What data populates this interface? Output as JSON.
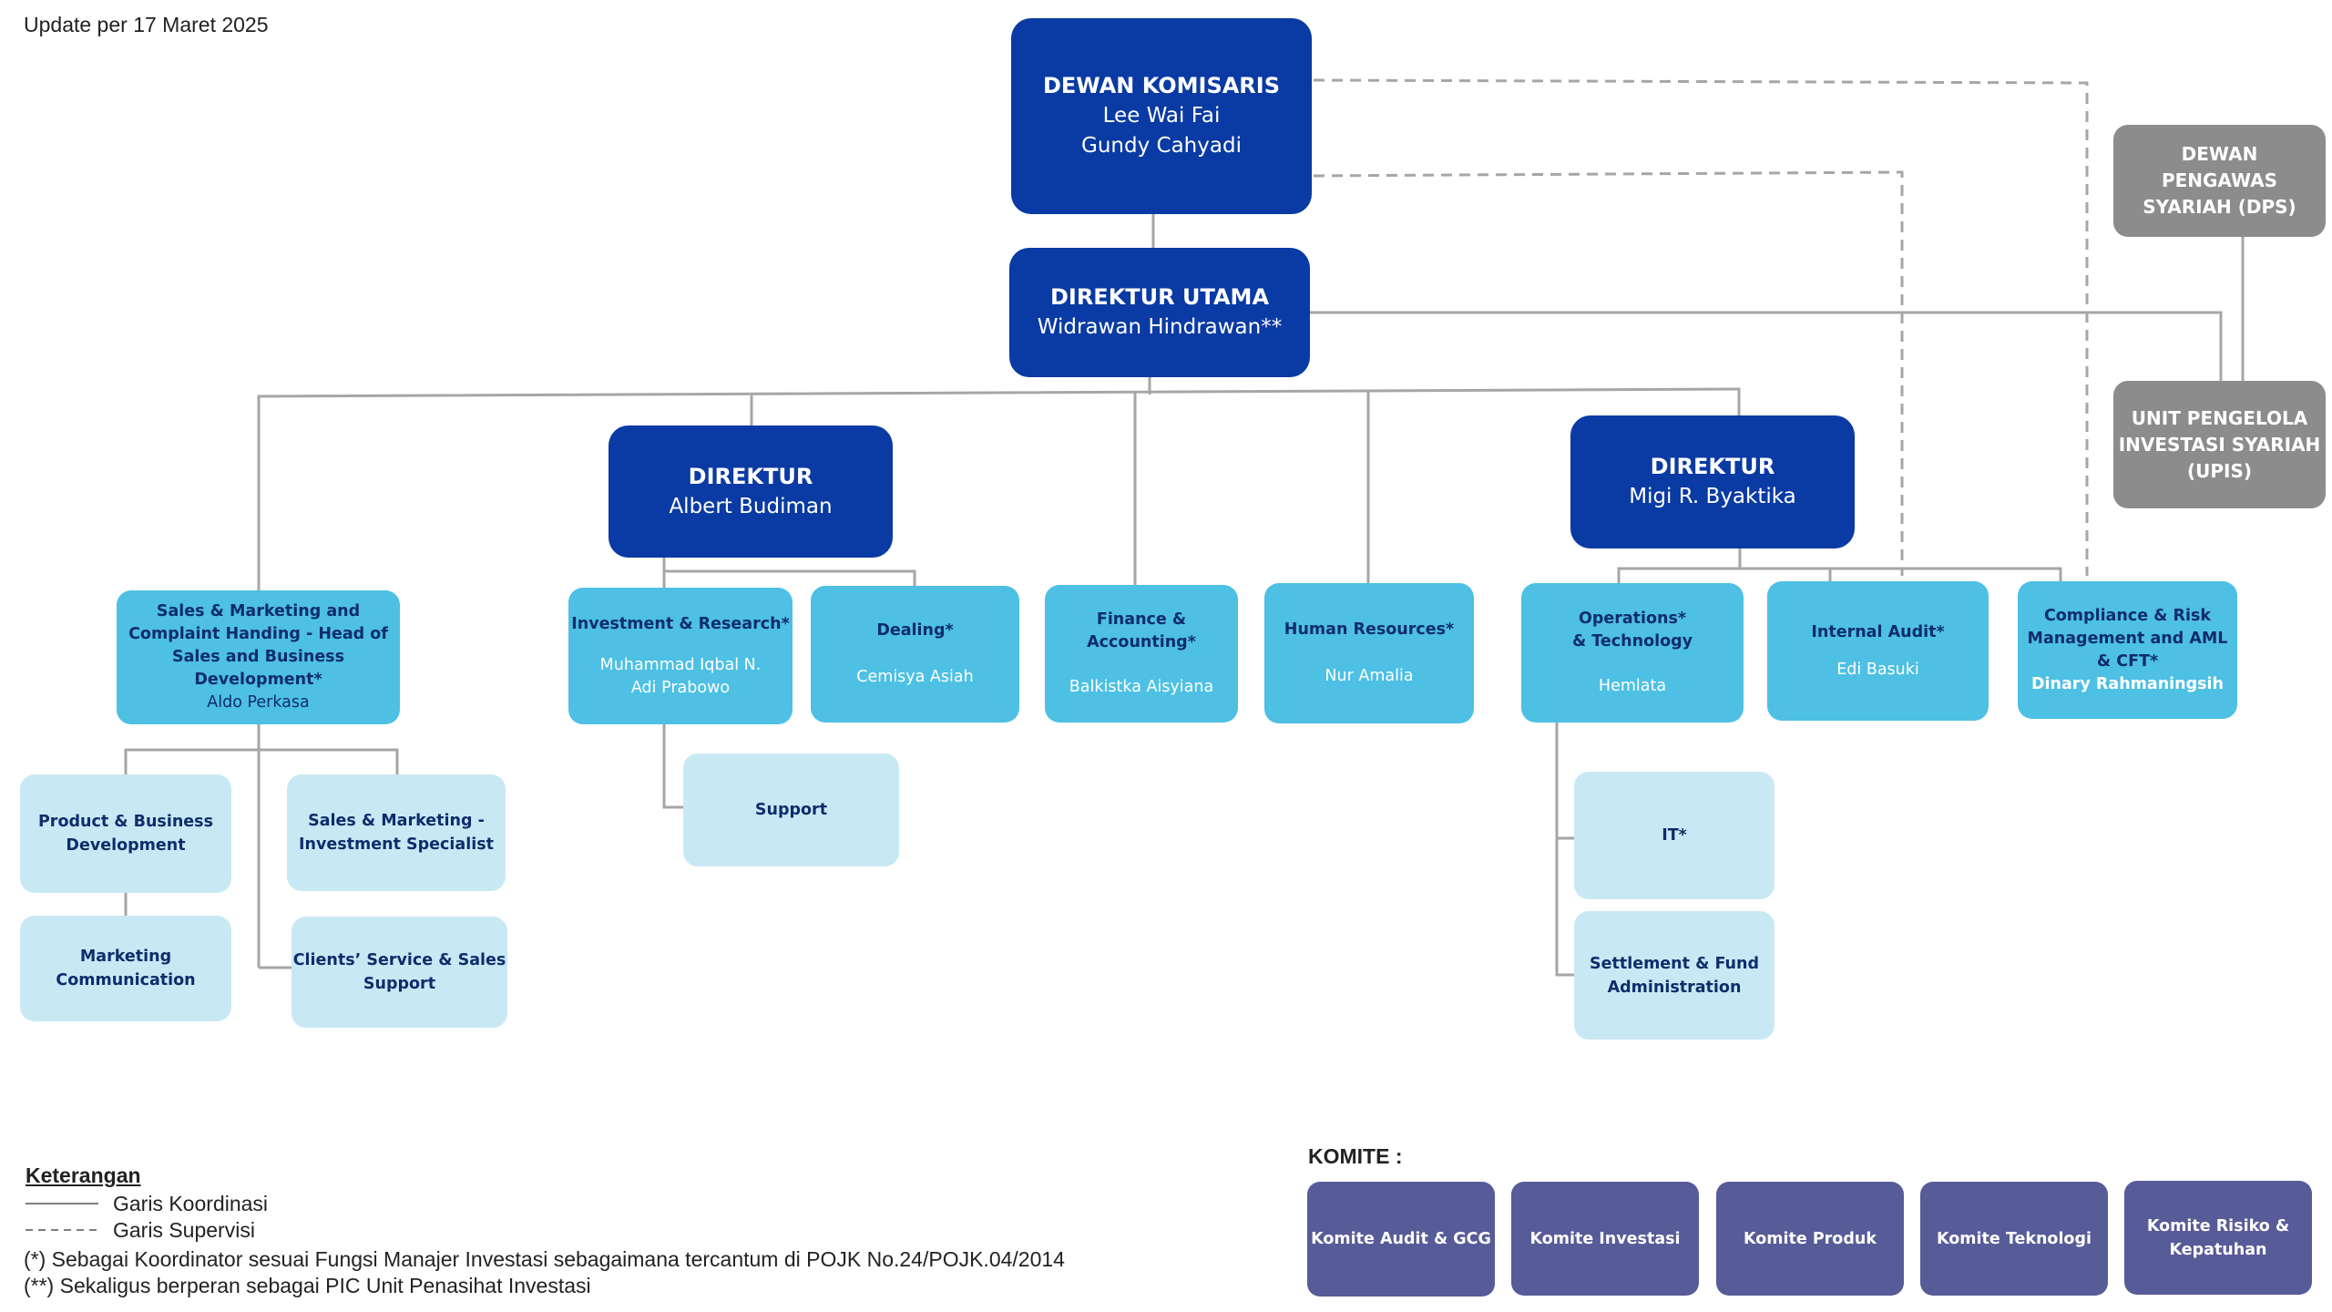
{
  "update_note": "Update per 17 Maret 2025",
  "dewan_komisaris": {
    "title": "DEWAN KOMISARIS",
    "members": [
      "Lee Wai Fai",
      "Gundy Cahyadi"
    ]
  },
  "direktur_utama": {
    "title": "DIREKTUR UTAMA",
    "name": "Widrawan Hindrawan**"
  },
  "direktur_1": {
    "title": "DIREKTUR",
    "name": "Albert Budiman"
  },
  "direktur_2": {
    "title": "DIREKTUR",
    "name": "Migi R. Byaktika"
  },
  "dps": {
    "lines": [
      "DEWAN",
      "PENGAWAS",
      "SYARIAH (DPS)"
    ]
  },
  "upis": {
    "lines": [
      "UNIT PENGELOLA",
      "INVESTASI SYARIAH",
      "(UPIS)"
    ]
  },
  "sales_marketing": {
    "lines": [
      "Sales & Marketing and",
      "Complaint Handing  - Head of",
      "Sales and Business",
      "Development*"
    ],
    "name": "Aldo Perkasa"
  },
  "investment_research": {
    "title": "Investment & Research*",
    "names": [
      "Muhammad Iqbal N.",
      "Adi Prabowo"
    ]
  },
  "dealing": {
    "title": "Dealing*",
    "name": "Cemisya Asiah"
  },
  "finance": {
    "lines": [
      "Finance &",
      "Accounting*"
    ],
    "name": "Balkistka Aisyiana"
  },
  "hr": {
    "title": "Human Resources*",
    "name": "Nur Amalia"
  },
  "operations": {
    "lines": [
      "Operations*",
      "& Technology"
    ],
    "name": "Hemlata"
  },
  "internal_audit": {
    "title": "Internal Audit*",
    "name": "Edi Basuki"
  },
  "compliance": {
    "lines": [
      "Compliance & Risk",
      "Management and AML",
      "& CFT*"
    ],
    "name": "Dinary Rahmaningsih"
  },
  "product_business": {
    "lines": [
      "Product & Business",
      "Development"
    ]
  },
  "sales_investment": {
    "lines": [
      "Sales & Marketing  -",
      "Investment Specialist"
    ]
  },
  "marketing_comm": {
    "lines": [
      "Marketing",
      "Communication"
    ]
  },
  "clients_service": {
    "lines": [
      "Clients’ Service & Sales",
      "Support"
    ]
  },
  "support": {
    "label": "Support"
  },
  "it": {
    "label": "IT*"
  },
  "settlement": {
    "lines": [
      "Settlement & Fund",
      "Administration"
    ]
  },
  "komite": {
    "heading": "KOMITE :",
    "items": [
      {
        "lines": [
          "Komite Audit & GCG"
        ]
      },
      {
        "lines": [
          "Komite Investasi"
        ]
      },
      {
        "lines": [
          "Komite Produk"
        ]
      },
      {
        "lines": [
          "Komite Teknologi"
        ]
      },
      {
        "lines": [
          "Komite Risiko &",
          "Kepatuhan"
        ]
      }
    ]
  },
  "legend": {
    "heading": "Keterangan",
    "solid_label": "Garis Koordinasi",
    "dashed_label": "Garis Supervisi",
    "note_1": "(*) Sebagai Koordinator sesuai Fungsi Manajer Investasi  sebagaimana tercantum di POJK No.24/POJK.04/2014",
    "note_2": "(**) Sekaligus berperan sebagai PIC Unit Penasihat Investasi"
  },
  "colors": {
    "director_blue": "#0a3aa3",
    "unit_cyan": "#4dc0e4",
    "subunit_light": "#c8e9f4",
    "syariah_grey": "#8c8c8c",
    "komite_purple": "#575b98",
    "connector_grey": "#a6a6a6"
  }
}
